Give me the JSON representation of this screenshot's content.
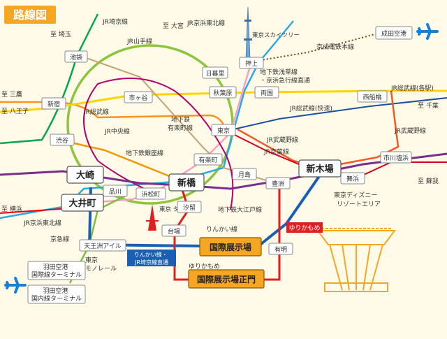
{
  "title": "路線図",
  "colors": {
    "title_bg": "#f5a623",
    "rinkai": "#1a5fb4",
    "yurikamome": "#e02020",
    "venue": "#f5a623"
  },
  "lines": {
    "jr_saikyo": "JR埼京線",
    "jr_keihin_tohoku_top": "JR京浜東北線",
    "jr_yamanote": "JR山手線",
    "keisei": "京成電鉄本線",
    "asakusa": "地下鉄浅草線\n・京浜急行線直通",
    "jr_sobu": "JR総武線",
    "jr_chuo": "JR中央線",
    "yurakucho": "地下鉄\n有楽町線",
    "jr_sobu_kakueki": "JR総武線(各駅)",
    "jr_sobu_kaisoku": "JR総武線(快速)",
    "jr_musashino_top": "JR武蔵野線",
    "jr_musashino": "JR武蔵野線",
    "jr_keiyo": "JR京葉線",
    "ginza": "地下鉄銀座線",
    "oedo": "地下鉄大江戸線",
    "rinkai": "りんかい線",
    "yurikamome": "ゆりかもめ",
    "yurikamome_badge": "ゆりかもめ",
    "rinkai_jr_badge": "りんかい線・\nJR埼京線直通",
    "jr_keihin_tohoku_bottom": "JR京浜東北線",
    "keikyu": "京急線",
    "monorail": "東京\nモノレール"
  },
  "directions": {
    "saitama": "至 埼玉",
    "omiya": "至 大宮",
    "mitaka": "至 三鷹",
    "hachioji": "至 八王子",
    "chiba": "至 千葉",
    "soga": "至 蘇我",
    "yokohama": "至 横浜"
  },
  "stations": {
    "ikebukuro": "池袋",
    "nippori": "日暮里",
    "oshiage": "押上",
    "narita": "成田空港",
    "shinjuku": "新宿",
    "ichigaya": "市ヶ谷",
    "akihabara": "秋葉原",
    "ryogoku": "両国",
    "nishifunabashi": "西船橋",
    "shibuya": "渋谷",
    "tokyo": "東京",
    "yurakucho": "有楽町",
    "ichikawashiohama": "市川塩浜",
    "osaki": "大崎",
    "shinagawa": "品川",
    "hamamatsucho": "浜松町",
    "shinbashi": "新橋",
    "tsukishima": "月島",
    "toyosu": "豊洲",
    "shinkiba": "新木場",
    "maihama": "舞浜",
    "oimachi": "大井町",
    "shiodome": "汐留",
    "daiba": "台場",
    "ariake": "有明",
    "tennozu": "天王洲アイル",
    "kokusai_tenjijo": "国際展示場",
    "kokusai_tenjijo_seimon": "国際展示場正門",
    "haneda_intl": "羽田空港\n国際線ターミナル",
    "haneda_dom": "羽田空港\n国内線ターミナル"
  },
  "landmarks": {
    "skytree": "東京スカイツリー",
    "tower": "東京\nタワー",
    "disney": "東京ディズニー\nリゾートエリア"
  }
}
